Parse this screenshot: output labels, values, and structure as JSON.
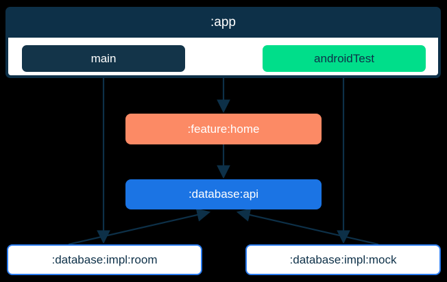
{
  "diagram": {
    "type": "dependency-graph",
    "background_color": "#000000",
    "app_container": {
      "title": ":app",
      "color": "#0d3048",
      "body_color": "#ffffff"
    },
    "nodes": [
      {
        "id": "main",
        "label": "main",
        "fill": "#133449",
        "text_color": "#ffffff",
        "shape": "rounded-rect"
      },
      {
        "id": "androidTest",
        "label": "androidTest",
        "fill": "#00de8a",
        "text_color": "#0d3048",
        "shape": "rounded-rect"
      },
      {
        "id": "feature-home",
        "label": ":feature:home",
        "fill": "#fc8a65",
        "text_color": "#ffffff",
        "shape": "rounded-rect"
      },
      {
        "id": "database-api",
        "label": ":database:api",
        "fill": "#1b74e4",
        "text_color": "#ffffff",
        "shape": "rounded-rect"
      },
      {
        "id": "database-impl-room",
        "label": ":database:impl:room",
        "fill": "#ffffff",
        "text_color": "#0d3048",
        "stroke": "#2b7cf0",
        "shape": "rounded-rect"
      },
      {
        "id": "database-impl-mock",
        "label": ":database:impl:mock",
        "fill": "#ffffff",
        "text_color": "#0d3048",
        "stroke": "#2b7cf0",
        "shape": "rounded-rect"
      }
    ],
    "edges": [
      {
        "from": "app",
        "to": "feature-home",
        "label": ""
      },
      {
        "from": "feature-home",
        "to": "database-api",
        "label": ""
      },
      {
        "from": "main",
        "to": "database-impl-room",
        "label": ""
      },
      {
        "from": "androidTest",
        "to": "database-impl-mock",
        "label": ""
      },
      {
        "from": "database-impl-room",
        "to": "database-api",
        "label": ""
      },
      {
        "from": "database-impl-mock",
        "to": "database-api",
        "label": ""
      }
    ],
    "edge_color": "#0d3048"
  }
}
